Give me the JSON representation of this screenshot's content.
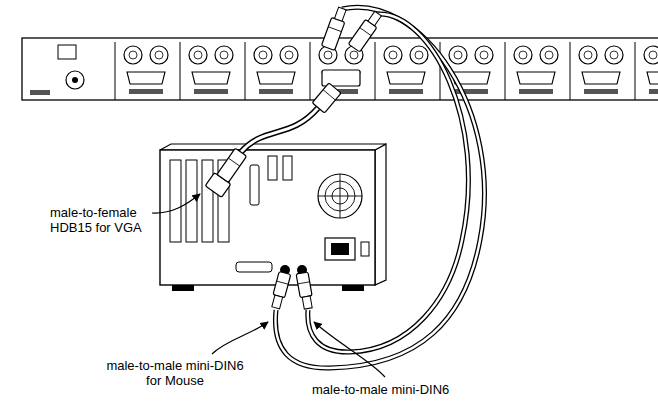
{
  "diagram": {
    "labels": [
      "male-to-female HDB15 for VGA",
      "male-to-male mini-DIN6 for Mouse",
      "male-to-male mini-DIN6"
    ]
  }
}
